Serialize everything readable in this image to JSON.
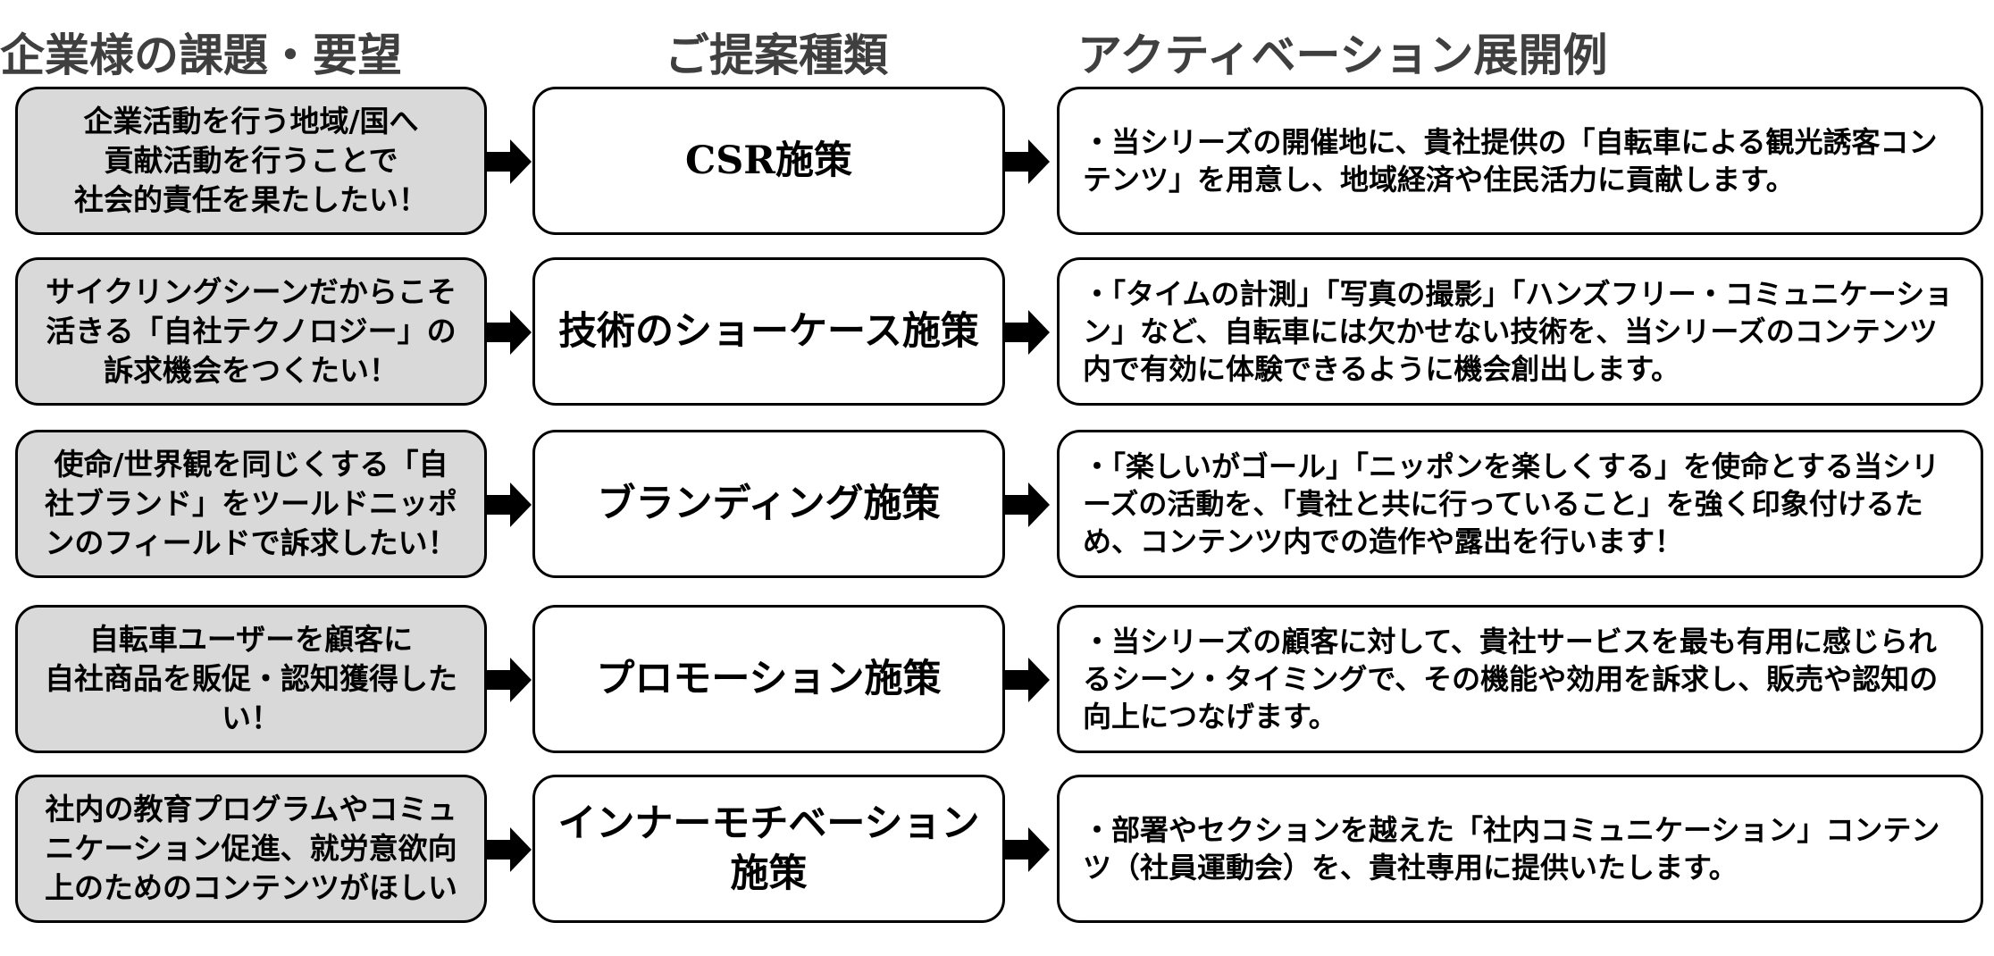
{
  "headers": {
    "needs": "企業様の課題・要望",
    "proposal_type": "ご提案種類",
    "activation_examples": "アクティベーション展開例"
  },
  "rows": [
    {
      "need": "企業活動を行う地域/国へ\n貢献活動を行うことで\n社会的責任を果たしたい！",
      "proposal": "CSR施策",
      "activation": "・当シリーズの開催地に、貴社提供の「自転車による観光誘客コンテンツ」を用意し、地域経済や住民活力に貢献します。"
    },
    {
      "need": "サイクリングシーンだからこそ\n活きる「自社テクノロジー」の\n訴求機会をつくたい！",
      "proposal": "技術のショーケース施策",
      "activation": "・「タイムの計測」「写真の撮影」「ハンズフリー・コミュニケーション」など、自転車には欠かせない技術を、当シリーズのコンテンツ内で有効に体験できるように機会創出します。"
    },
    {
      "need": "使命/世界観を同じくする「自\n社ブランド」をツールドニッポ\nンのフィールドで訴求したい！",
      "proposal": "ブランディング施策",
      "activation": "・「楽しいがゴール」「ニッポンを楽しくする」を使命とする当シリーズの活動を、「貴社と共に行っていること」を強く印象付けるため、コンテンツ内での造作や露出を行います！"
    },
    {
      "need": "自転車ユーザーを顧客に\n自社商品を販促・認知獲得した\nい！",
      "proposal": "プロモーション施策",
      "activation": "・当シリーズの顧客に対して、貴社サービスを最も有用に感じられるシーン・タイミングで、その機能や効用を訴求し、販売や認知の向上につなげます。"
    },
    {
      "need": "社内の教育プログラムやコミュ\nニケーション促進、就労意欲向\n上のためのコンテンツがほしい",
      "proposal": "インナーモチベーション\n施策",
      "activation": "・部署やセクションを越えた「社内コミュニケーション」コンテンツ（社員運動会）を、貴社専用に提供いたします。"
    }
  ],
  "colors": {
    "need_box_fill": "#d9d9d9",
    "box_border": "#000000",
    "header_text": "#3f3f3f",
    "arrow": "#000000"
  },
  "icons": {
    "arrow": "right-arrow-icon"
  }
}
